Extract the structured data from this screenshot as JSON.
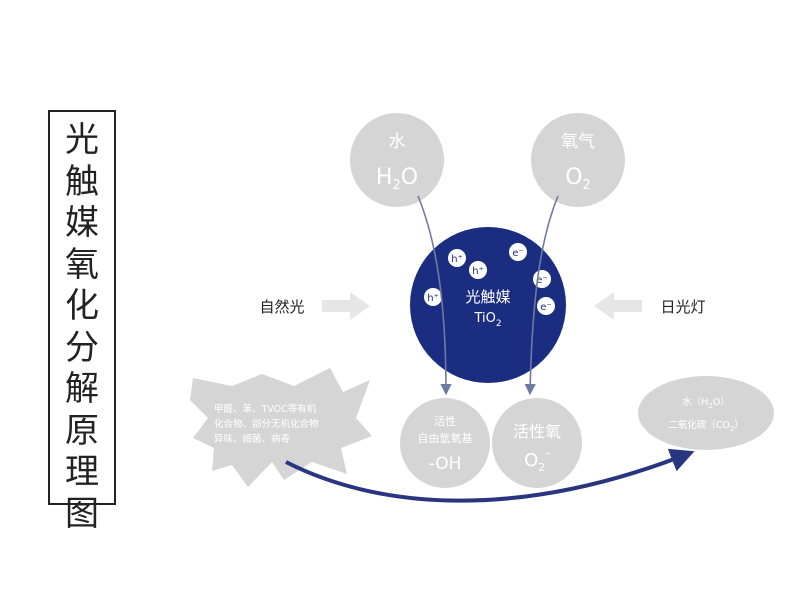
{
  "title": "光\n触\n媒\n氧\n化\n分\n解\n原\n理\n图",
  "inputs": {
    "water": {
      "name": "水",
      "formula": "H",
      "sub": "2",
      "tail": "O"
    },
    "oxygen": {
      "name": "氧气",
      "formula": "O",
      "sub": "2"
    }
  },
  "catalyst": {
    "name": "光触媒",
    "formula": "TiO",
    "sub": "2",
    "holes": [
      "h⁺",
      "h⁺",
      "h⁺"
    ],
    "electrons": [
      "e⁻",
      "e⁻",
      "e⁻"
    ]
  },
  "light_sources": {
    "left": "自然光",
    "right": "日光灯"
  },
  "outputs": {
    "hydroxyl": {
      "line1": "活性",
      "line2": "自由氫氧基",
      "formula": "-OH"
    },
    "superoxide": {
      "name": "活性氧",
      "formula": "O",
      "sub": "2",
      "sup": "-"
    }
  },
  "pollutants": {
    "line1": "甲醛、苯、TVOC等有机",
    "line2": "化合物、部分无机化合物",
    "line3": "异味、細菌、病毒"
  },
  "products": {
    "water": {
      "name": "水（H",
      "sub": "2",
      "tail": "O）"
    },
    "co2": {
      "name": "二氧化碳（CO",
      "sub": "2",
      "tail": "）"
    }
  },
  "colors": {
    "catalyst_fill": "#1b2d80",
    "grey_circle": "#d5d5d5",
    "arrow_dark": "#2a3580",
    "text_grey": "#ffffff",
    "light_arrow": "#e6e6e6"
  }
}
